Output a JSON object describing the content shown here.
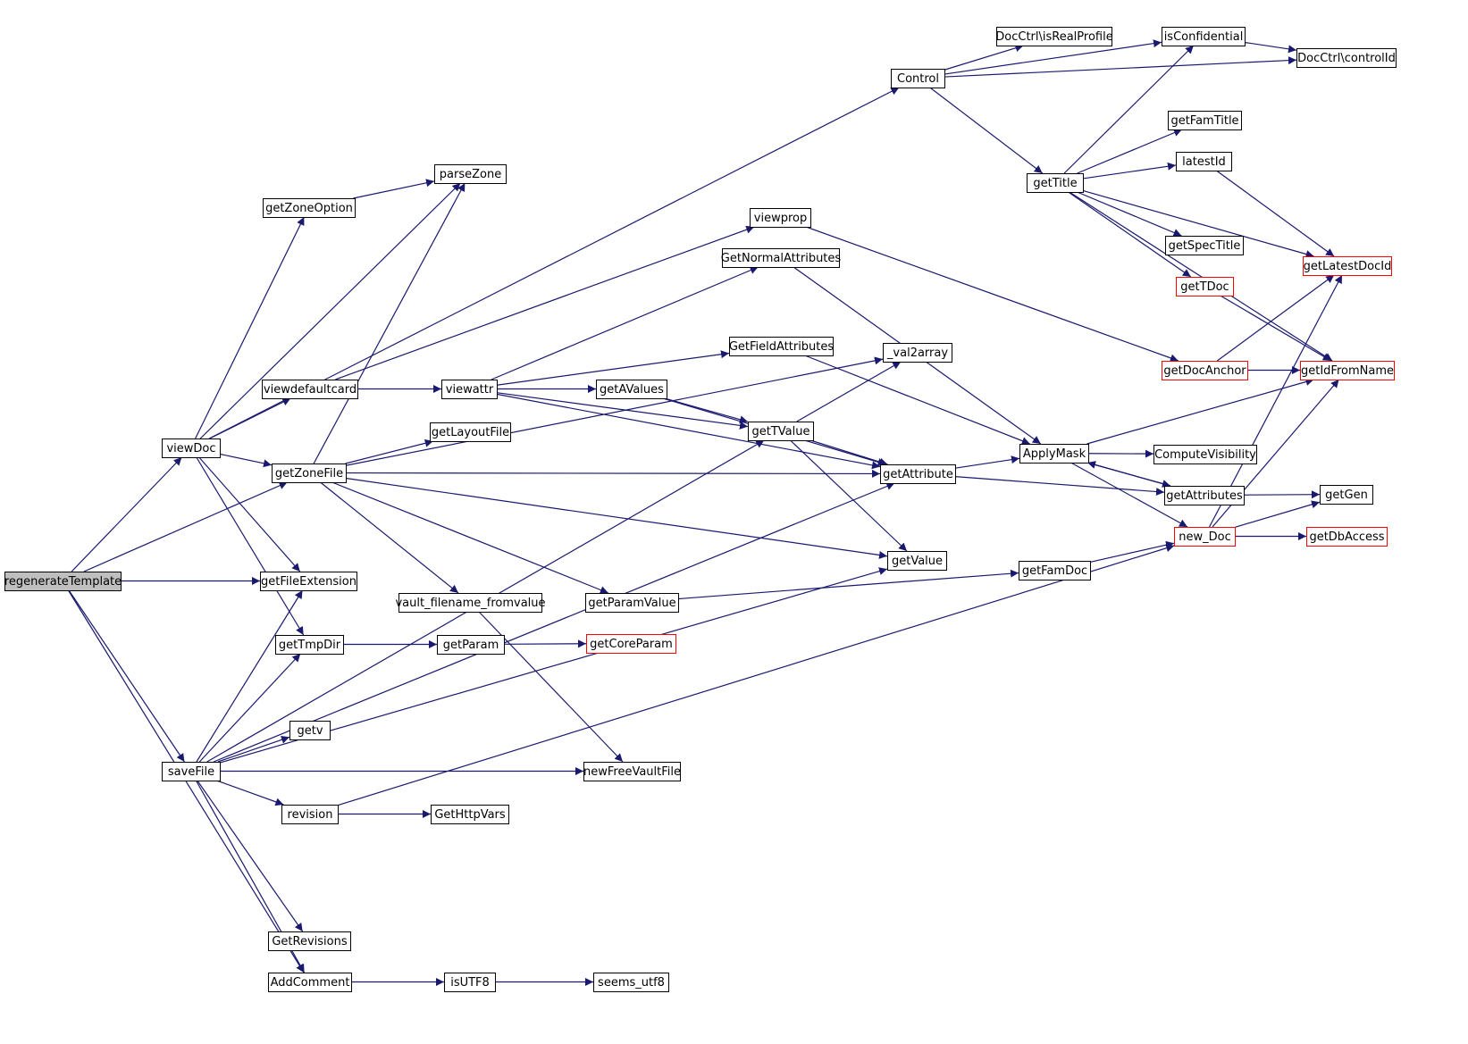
{
  "graph": {
    "colors": {
      "edge": "#191970",
      "node_stroke": "#000000",
      "node_fill": "#ffffff",
      "root_fill": "#bfbfbf",
      "truncated_stroke": "#ff0000"
    },
    "nodes": [
      {
        "id": "regenerateTemplate",
        "label": "regenerateTemplate",
        "root": true
      },
      {
        "id": "viewDoc",
        "label": "viewDoc"
      },
      {
        "id": "saveFile",
        "label": "saveFile"
      },
      {
        "id": "getZoneFile",
        "label": "getZoneFile"
      },
      {
        "id": "getFileExtension",
        "label": "getFileExtension"
      },
      {
        "id": "AddComment",
        "label": "AddComment"
      },
      {
        "id": "getZoneOption",
        "label": "getZoneOption"
      },
      {
        "id": "parseZone",
        "label": "parseZone"
      },
      {
        "id": "viewdefaultcard",
        "label": "viewdefaultcard"
      },
      {
        "id": "getTmpDir",
        "label": "getTmpDir"
      },
      {
        "id": "getv",
        "label": "getv"
      },
      {
        "id": "revision",
        "label": "revision"
      },
      {
        "id": "GetRevisions",
        "label": "GetRevisions"
      },
      {
        "id": "Control",
        "label": "Control"
      },
      {
        "id": "viewprop",
        "label": "viewprop"
      },
      {
        "id": "viewattr",
        "label": "viewattr"
      },
      {
        "id": "getLayoutFile",
        "label": "getLayoutFile"
      },
      {
        "id": "vault_filename_fromvalue",
        "label": "vault_filename_fromvalue"
      },
      {
        "id": "getParamValue",
        "label": "getParamValue"
      },
      {
        "id": "getParam",
        "label": "getParam"
      },
      {
        "id": "GetHttpVars",
        "label": "GetHttpVars"
      },
      {
        "id": "isUTF8",
        "label": "isUTF8"
      },
      {
        "id": "seems_utf8",
        "label": "seems_utf8"
      },
      {
        "id": "GetNormalAttributes",
        "label": "GetNormalAttributes"
      },
      {
        "id": "GetFieldAttributes",
        "label": "GetFieldAttributes"
      },
      {
        "id": "getAValues",
        "label": "getAValues"
      },
      {
        "id": "getTValue",
        "label": "getTValue"
      },
      {
        "id": "_val2array",
        "label": "_val2array"
      },
      {
        "id": "getAttribute",
        "label": "getAttribute"
      },
      {
        "id": "getValue",
        "label": "getValue"
      },
      {
        "id": "getCoreParam",
        "label": "getCoreParam",
        "truncated": true
      },
      {
        "id": "newFreeVaultFile",
        "label": "newFreeVaultFile"
      },
      {
        "id": "DocCtrlisRealProfile",
        "label": "DocCtrl\\isRealProfile"
      },
      {
        "id": "getTitle",
        "label": "getTitle"
      },
      {
        "id": "ApplyMask",
        "label": "ApplyMask"
      },
      {
        "id": "getFamDoc",
        "label": "getFamDoc"
      },
      {
        "id": "isConfidential",
        "label": "isConfidential"
      },
      {
        "id": "getFamTitle",
        "label": "getFamTitle"
      },
      {
        "id": "latestId",
        "label": "latestId"
      },
      {
        "id": "getSpecTitle",
        "label": "getSpecTitle"
      },
      {
        "id": "getTDoc",
        "label": "getTDoc",
        "truncated": true
      },
      {
        "id": "getDocAnchor",
        "label": "getDocAnchor",
        "truncated": true
      },
      {
        "id": "ComputeVisibility",
        "label": "ComputeVisibility"
      },
      {
        "id": "getAttributes",
        "label": "getAttributes"
      },
      {
        "id": "new_Doc",
        "label": "new_Doc",
        "truncated": true
      },
      {
        "id": "DocCtrlcontrolId",
        "label": "DocCtrl\\controlId"
      },
      {
        "id": "getLatestDocId",
        "label": "getLatestDocId",
        "truncated": true
      },
      {
        "id": "getIdFromName",
        "label": "getIdFromName",
        "truncated": true
      },
      {
        "id": "getGen",
        "label": "getGen"
      },
      {
        "id": "getDbAccess",
        "label": "getDbAccess",
        "truncated": true
      }
    ],
    "edges": [
      [
        "regenerateTemplate",
        "viewDoc"
      ],
      [
        "regenerateTemplate",
        "getZoneFile"
      ],
      [
        "regenerateTemplate",
        "getFileExtension"
      ],
      [
        "regenerateTemplate",
        "saveFile"
      ],
      [
        "regenerateTemplate",
        "AddComment"
      ],
      [
        "viewDoc",
        "Control"
      ],
      [
        "viewDoc",
        "getZoneOption"
      ],
      [
        "viewDoc",
        "parseZone"
      ],
      [
        "viewDoc",
        "viewdefaultcard"
      ],
      [
        "viewDoc",
        "getZoneFile"
      ],
      [
        "viewDoc",
        "getFileExtension"
      ],
      [
        "viewDoc",
        "getTmpDir"
      ],
      [
        "getZoneOption",
        "parseZone"
      ],
      [
        "viewdefaultcard",
        "viewprop"
      ],
      [
        "viewdefaultcard",
        "viewattr"
      ],
      [
        "getZoneFile",
        "parseZone"
      ],
      [
        "getZoneFile",
        "_val2array"
      ],
      [
        "getZoneFile",
        "getLayoutFile"
      ],
      [
        "getZoneFile",
        "getAttribute"
      ],
      [
        "getZoneFile",
        "getValue"
      ],
      [
        "getZoneFile",
        "vault_filename_fromvalue"
      ],
      [
        "getZoneFile",
        "getParamValue"
      ],
      [
        "saveFile",
        "getFileExtension"
      ],
      [
        "saveFile",
        "getTmpDir"
      ],
      [
        "saveFile",
        "getValue"
      ],
      [
        "saveFile",
        "getv"
      ],
      [
        "saveFile",
        "getTValue"
      ],
      [
        "saveFile",
        "revision"
      ],
      [
        "saveFile",
        "newFreeVaultFile"
      ],
      [
        "saveFile",
        "getAttribute"
      ],
      [
        "saveFile",
        "GetRevisions"
      ],
      [
        "saveFile",
        "AddComment"
      ],
      [
        "getTmpDir",
        "getParam"
      ],
      [
        "getParam",
        "getCoreParam"
      ],
      [
        "revision",
        "new_Doc"
      ],
      [
        "revision",
        "GetHttpVars"
      ],
      [
        "AddComment",
        "isUTF8"
      ],
      [
        "isUTF8",
        "seems_utf8"
      ],
      [
        "vault_filename_fromvalue",
        "newFreeVaultFile"
      ],
      [
        "getParamValue",
        "getFamDoc"
      ],
      [
        "viewattr",
        "GetNormalAttributes"
      ],
      [
        "viewattr",
        "GetFieldAttributes"
      ],
      [
        "viewattr",
        "getAValues"
      ],
      [
        "viewattr",
        "getTValue"
      ],
      [
        "viewattr",
        "getAttribute"
      ],
      [
        "getAValues",
        "getTValue"
      ],
      [
        "getAValues",
        "getAttribute"
      ],
      [
        "getTValue",
        "_val2array"
      ],
      [
        "getTValue",
        "getAttribute"
      ],
      [
        "getTValue",
        "getValue"
      ],
      [
        "viewprop",
        "getDocAnchor"
      ],
      [
        "GetNormalAttributes",
        "ApplyMask"
      ],
      [
        "GetFieldAttributes",
        "ApplyMask"
      ],
      [
        "getAttribute",
        "ApplyMask"
      ],
      [
        "getAttribute",
        "getAttributes"
      ],
      [
        "getFamDoc",
        "new_Doc"
      ],
      [
        "Control",
        "isConfidential"
      ],
      [
        "Control",
        "DocCtrlisRealProfile"
      ],
      [
        "Control",
        "DocCtrlcontrolId"
      ],
      [
        "Control",
        "getTitle"
      ],
      [
        "isConfidential",
        "DocCtrlcontrolId"
      ],
      [
        "getTitle",
        "isConfidential"
      ],
      [
        "getTitle",
        "getFamTitle"
      ],
      [
        "getTitle",
        "latestId"
      ],
      [
        "getTitle",
        "getSpecTitle"
      ],
      [
        "getTitle",
        "getTDoc"
      ],
      [
        "getTitle",
        "getLatestDocId"
      ],
      [
        "getTitle",
        "getIdFromName"
      ],
      [
        "latestId",
        "getLatestDocId"
      ],
      [
        "getTDoc",
        "getIdFromName"
      ],
      [
        "getDocAnchor",
        "getLatestDocId"
      ],
      [
        "getDocAnchor",
        "getIdFromName"
      ],
      [
        "ApplyMask",
        "getIdFromName"
      ],
      [
        "ApplyMask",
        "ComputeVisibility"
      ],
      [
        "ApplyMask",
        "getAttributes"
      ],
      [
        "ApplyMask",
        "new_Doc"
      ],
      [
        "getAttributes",
        "ApplyMask"
      ],
      [
        "getAttributes",
        "getGen"
      ],
      [
        "new_Doc",
        "getLatestDocId"
      ],
      [
        "new_Doc",
        "getIdFromName"
      ],
      [
        "new_Doc",
        "getGen"
      ],
      [
        "new_Doc",
        "getDbAccess"
      ]
    ]
  }
}
